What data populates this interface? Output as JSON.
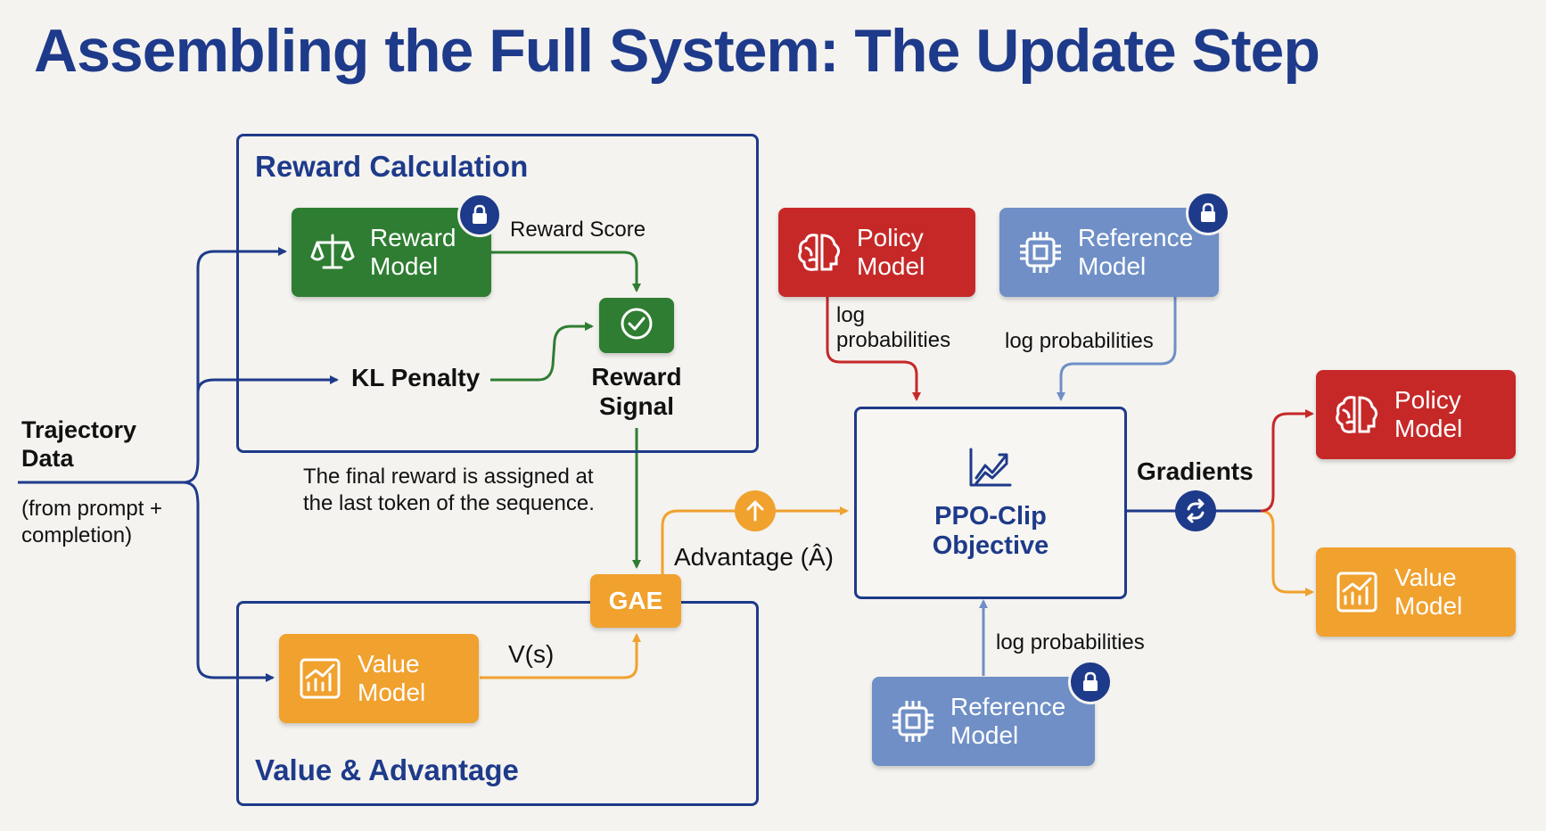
{
  "title": "Assembling the Full System: The Update Step",
  "colors": {
    "navy": "#1e3a8a",
    "green": "#2e7d32",
    "red": "#c62828",
    "blue": "#6f8fc6",
    "orange": "#f0a12e"
  },
  "groups": {
    "reward_calc": "Reward Calculation",
    "value_adv": "Value & Advantage"
  },
  "nodes": {
    "reward_model": "Reward Model",
    "reward_signal": "Reward Signal",
    "kl_penalty": "KL Penalty",
    "value_model_left": "Value Model",
    "gae": "GAE",
    "policy_model_top": "Policy Model",
    "reference_model_top": "Reference Model",
    "ppo": "PPO-Clip Objective",
    "reference_model_bottom": "Reference Model",
    "policy_model_out": "Policy Model",
    "value_model_out": "Value Model"
  },
  "labels": {
    "trajectory_title": "Trajectory Data",
    "trajectory_sub": "(from prompt + completion)",
    "reward_score": "Reward Score",
    "final_reward_note": "The final reward is assigned at the last token of the sequence.",
    "vs": "V(s)",
    "advantage": "Advantage (Â)",
    "log_prob_policy": "log probabilities",
    "log_prob_ref_top": "log probabilities",
    "log_prob_ref_bottom": "log probabilities",
    "gradients": "Gradients"
  },
  "icons": {
    "reward_model": "scales-icon",
    "reward_signal": "check-circle-icon",
    "policy": "brain-icon",
    "reference": "chip-icon",
    "value": "chart-icon",
    "ppo": "trend-chart-icon",
    "lock": "lock-icon",
    "advantage": "up-arrow-icon",
    "gradients": "sync-icon"
  }
}
